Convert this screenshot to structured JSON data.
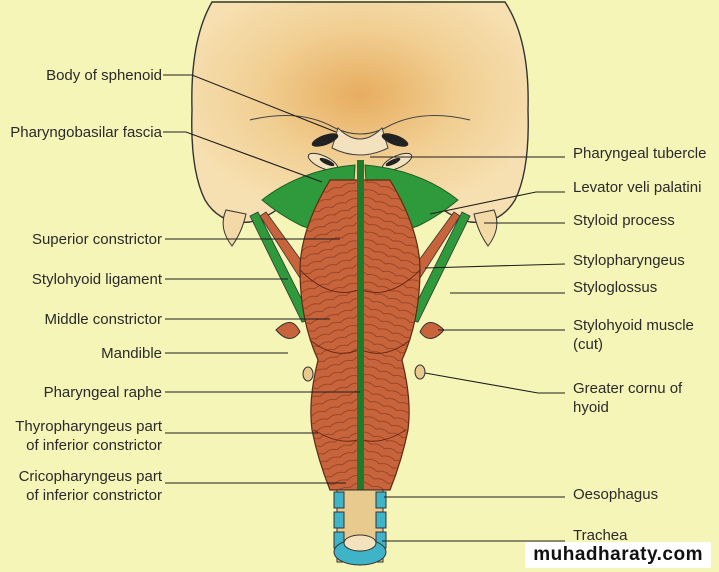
{
  "labels": {
    "body_of_sphenoid": "Body of sphenoid",
    "pharyngobasilar_fascia": "Pharyngobasilar fascia",
    "superior_constrictor": "Superior constrictor",
    "stylohyoid_ligament": "Stylohyoid ligament",
    "middle_constrictor": "Middle constrictor",
    "mandible": "Mandible",
    "pharyngeal_raphe": "Pharyngeal raphe",
    "thyropharyngeus_1": "Thyropharyngeus part",
    "thyropharyngeus_2": "of inferior constrictor",
    "cricopharyngeus_1": "Cricopharyngeus part",
    "cricopharyngeus_2": "of inferior constrictor",
    "pharyngeal_tubercle": "Pharyngeal tubercle",
    "levator_veli_palatini": "Levator veli palatini",
    "styloid_process": "Styloid process",
    "stylopharyngeus": "Stylopharyngeus",
    "styloglossus": "Styloglossus",
    "stylohyoid_muscle_1": "Stylohyoid muscle",
    "stylohyoid_muscle_2": "(cut)",
    "greater_cornu_1": "Greater cornu of",
    "greater_cornu_2": "hyoid",
    "oesophagus": "Oesophagus",
    "trachea": "Trachea"
  },
  "watermark": "muhadharaty.com",
  "colors": {
    "background": "#f5f5b8",
    "skull": "#f3d9a6",
    "skull_center": "#e9b46a",
    "muscle": "#c8643c",
    "muscle_dark": "#8a3a1c",
    "fascia_green": "#2f9a3c",
    "raphe_green": "#1f7a2a",
    "cartilage_cyan": "#3fb3c8",
    "bone_tan": "#e8c98e"
  }
}
